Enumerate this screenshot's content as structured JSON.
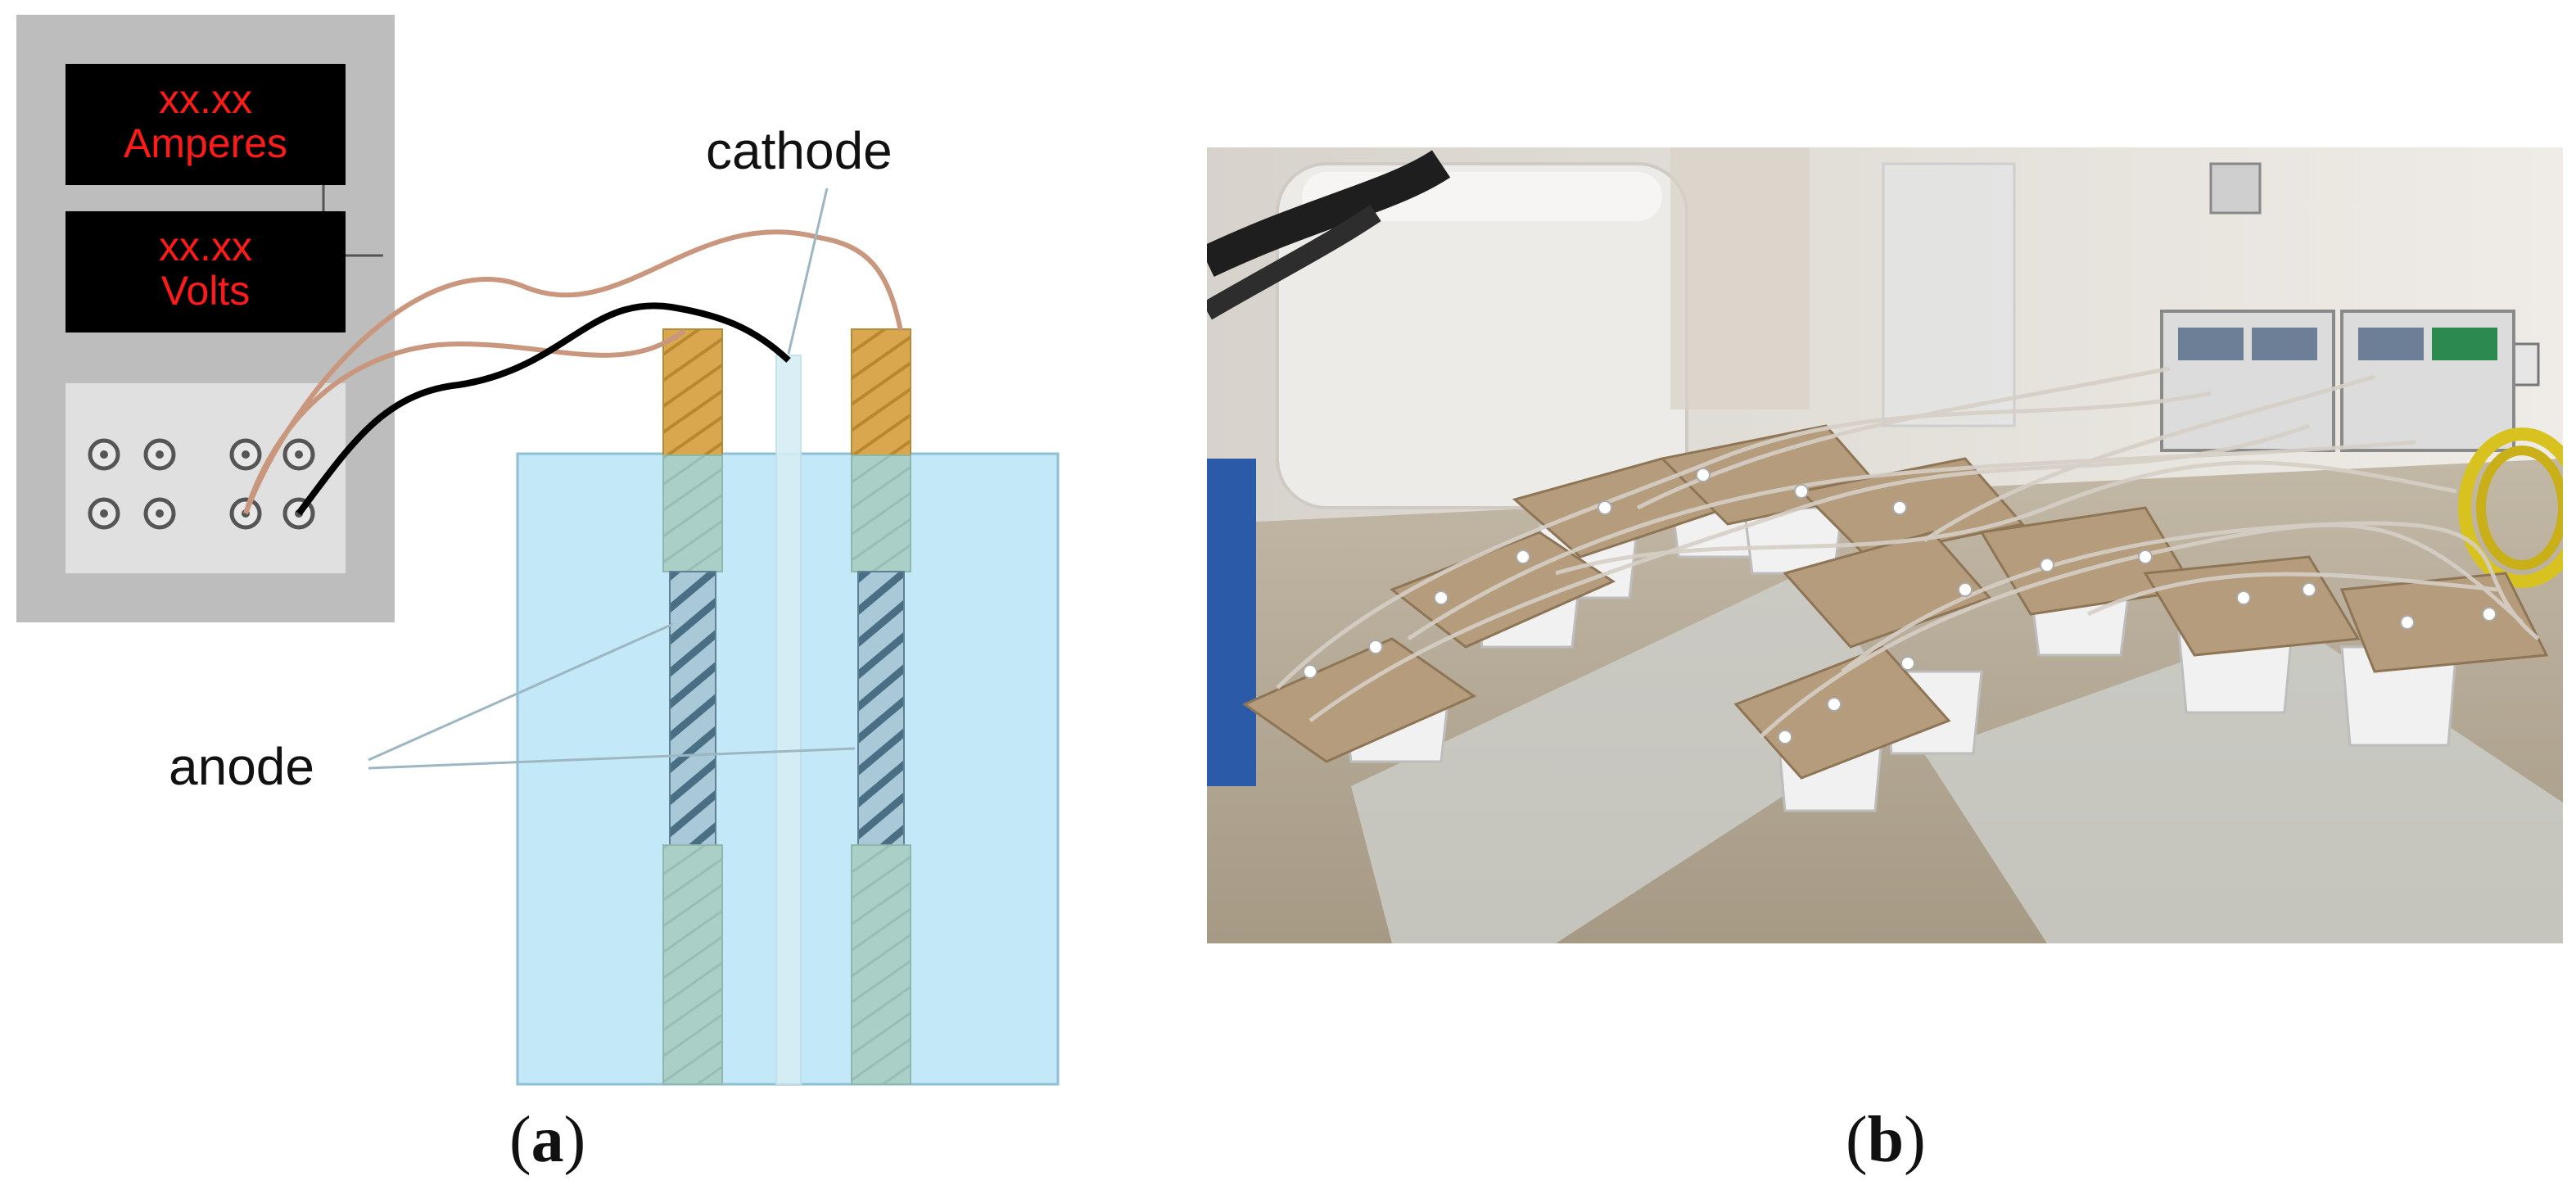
{
  "panel_a": {
    "meter_current": {
      "value": "xx.xx",
      "unit": "Amperes"
    },
    "meter_voltage": {
      "value": "xx.xx",
      "unit": "Volts"
    },
    "label_cathode": "cathode",
    "label_anode": "anode"
  },
  "panel_b": {
    "photo_subject": "array of white buckets with electrode wiring on cardboard lids connected to two DC power supplies"
  },
  "captions": {
    "a": "a",
    "b": "b"
  },
  "colors": {
    "display_bg": "#000000",
    "display_text": "#ff1a1a",
    "power_supply_body": "#bdbdbd",
    "terminal_panel": "#e0e0e0",
    "tank_water": "#c3e8f7",
    "electrode_top": "#d9a84e",
    "electrode_submerged": "#aacfc7",
    "wire_copper": "#c9967e",
    "wire_black": "#000000"
  }
}
